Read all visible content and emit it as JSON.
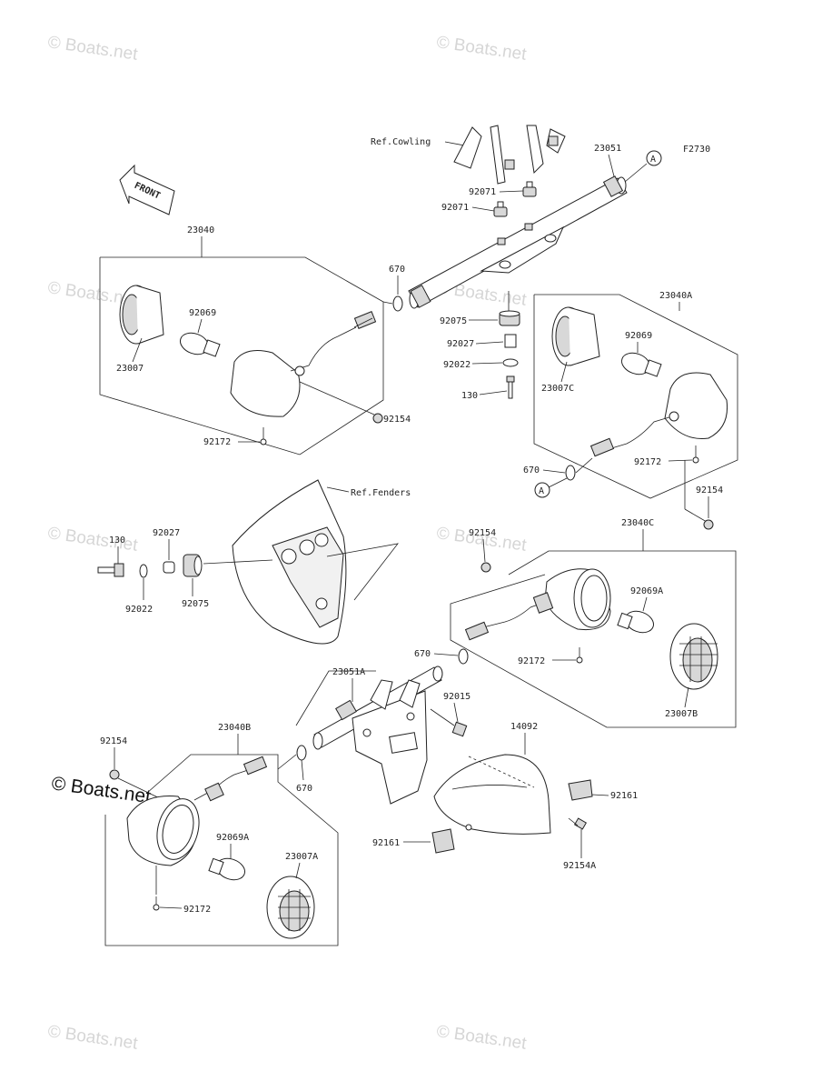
{
  "figure_code": "F2730",
  "front_label": "FRONT",
  "ref_cowling": "Ref.Cowling",
  "ref_fenders": "Ref.Fenders",
  "circle_a": "A",
  "watermark": "© Boats.net",
  "labels": {
    "p23051": "23051",
    "p92071_a": "92071",
    "p92071_b": "92071",
    "p23040": "23040",
    "p670_top": "670",
    "p92069_l": "92069",
    "p23007": "23007",
    "p92075_top": "92075",
    "p92027_top": "92027",
    "p92022_top": "92022",
    "p130_top": "130",
    "p92154_top": "92154",
    "p92172_l": "92172",
    "p23040A": "23040A",
    "p92069_r": "92069",
    "p23007C": "23007C",
    "p92172_r": "92172",
    "p670_r": "670",
    "p92154_r": "92154",
    "p130_mid": "130",
    "p92027_mid": "92027",
    "p92022_mid": "92022",
    "p92075_mid": "92075",
    "p92154_mid": "92154",
    "p23040C": "23040C",
    "p92069A": "92069A",
    "p670_mid": "670",
    "p92172_mid": "92172",
    "p23007B": "23007B",
    "p23051A": "23051A",
    "p92015": "92015",
    "p14092": "14092",
    "p92154_bl": "92154",
    "p23040B": "23040B",
    "p670_bot": "670",
    "p92161_r": "92161",
    "p92069A_b": "92069A",
    "p23007A": "23007A",
    "p92161_l": "92161",
    "p92154A": "92154A",
    "p92172_b": "92172"
  }
}
